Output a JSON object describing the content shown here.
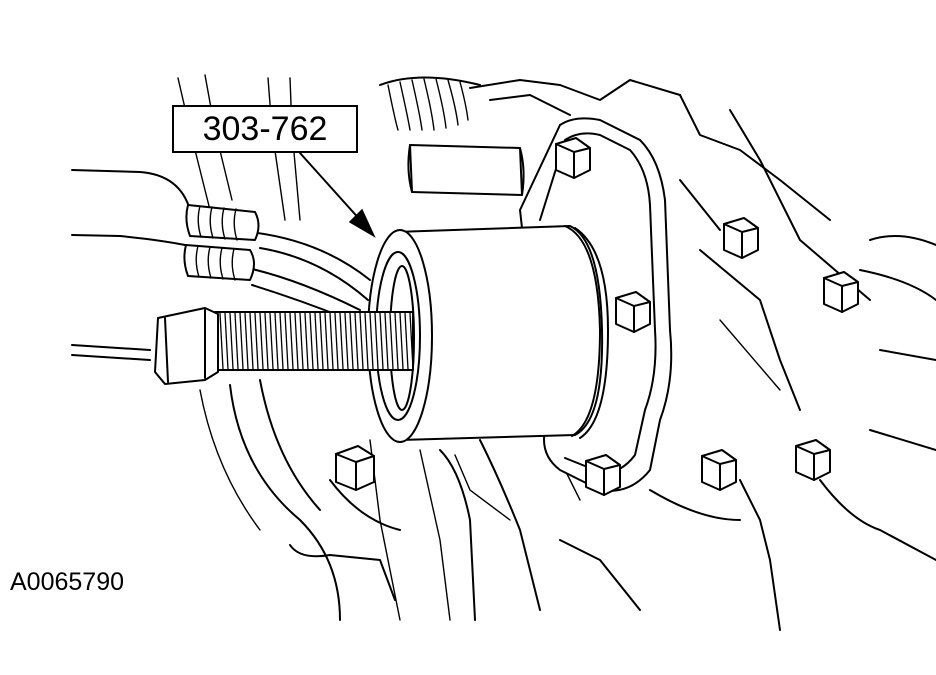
{
  "callout": {
    "tool_number": "303-762"
  },
  "figure": {
    "id": "A0065790"
  },
  "icons": [
    "remover-tool-illustration",
    "callout-arrow-icon",
    "forcing-screw-icon",
    "hex-bolt-icon"
  ],
  "colors": {
    "line": "#000000",
    "background": "#ffffff"
  }
}
